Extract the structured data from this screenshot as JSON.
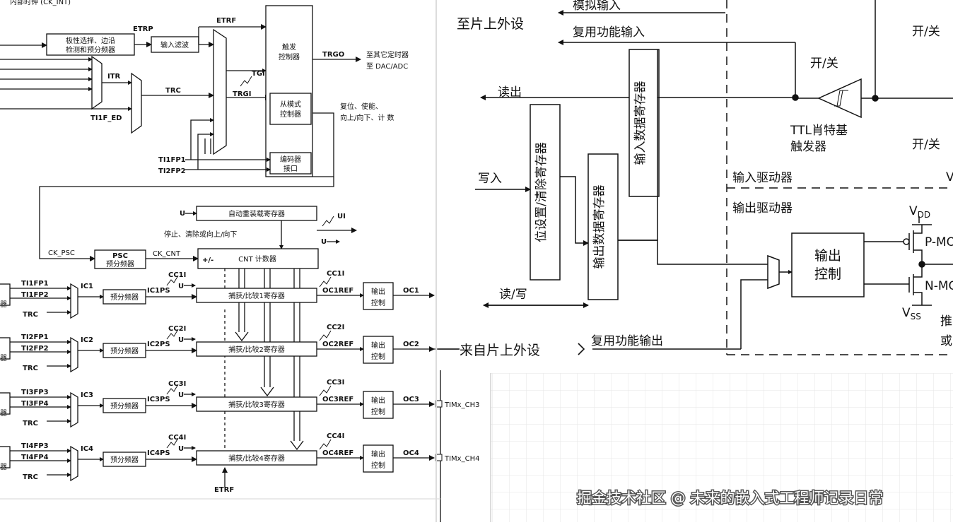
{
  "left_diagram": {
    "internal_clock": "内部时钟 (CK_INT)",
    "polarity_block": [
      "极性选择、边沿",
      "检测和预分频器"
    ],
    "etrp": "ETRP",
    "input_filter": "输入滤波",
    "etrf": "ETRF",
    "trigger_controller": [
      "触发",
      "控制器"
    ],
    "trgo": "TRGO",
    "to_other_timers": [
      "至其它定时器",
      "至 DAC/ADC"
    ],
    "itr": "ITR",
    "trc": "TRC",
    "ti1f_ed": "TI1F_ED",
    "tgi": "TGI",
    "trgi": "TRGI",
    "slave_mode_controller": [
      "从模式",
      "控制器"
    ],
    "reset_enable": [
      "复位、使能、",
      "向上/向下、计 数"
    ],
    "ti1fp1": "TI1FP1",
    "ti2fp2": "TI2FP2",
    "encoder_interface": [
      "编码器",
      "接口"
    ],
    "u": "U",
    "auto_reload": "自动重装载寄存器",
    "ui": "UI",
    "stop_clear": "停止、清除或向上/向下",
    "ck_psc": "CK_PSC",
    "psc": "PSC",
    "prescaler": "预分频器",
    "ck_cnt": "CK_CNT",
    "plus_minus": "+/-",
    "cnt_counter": "CNT 计数器",
    "channels": [
      {
        "fp_a": "TI1FP1",
        "fp_b": "TI1FP2",
        "trc": "TRC",
        "ic": "IC1",
        "prescaler": "预分频器",
        "icps": "IC1PS",
        "cci": "CC1I",
        "u": "U",
        "capture": "捕获/比较1寄存器",
        "ocref": "OC1REF",
        "ccir": "CC1I",
        "output_ctrl": [
          "输出",
          "控制"
        ],
        "oc": "OC1",
        "pin": "",
        "left_label": "器"
      },
      {
        "fp_a": "TI2FP1",
        "fp_b": "TI2FP2",
        "trc": "TRC",
        "ic": "IC2",
        "prescaler": "预分频器",
        "icps": "IC2PS",
        "cci": "CC2I",
        "u": "U",
        "capture": "捕获/比较2寄存器",
        "ocref": "OC2REF",
        "ccir": "CC2I",
        "output_ctrl": [
          "输出",
          "控制"
        ],
        "oc": "OC2",
        "pin": "",
        "left_label": "器"
      },
      {
        "fp_a": "TI3FP3",
        "fp_b": "TI3FP4",
        "trc": "TRC",
        "ic": "IC3",
        "prescaler": "预分频器",
        "icps": "IC3PS",
        "cci": "CC3I",
        "u": "U",
        "capture": "捕获/比较3寄存器",
        "ocref": "OC3REF",
        "ccir": "CC3I",
        "output_ctrl": [
          "输出",
          "控制"
        ],
        "oc": "OC3",
        "pin": "TIMx_CH3",
        "left_label": "器"
      },
      {
        "fp_a": "TI4FP3",
        "fp_b": "TI4FP4",
        "trc": "TRC",
        "ic": "IC4",
        "prescaler": "预分频器",
        "icps": "IC4PS",
        "cci": "CC4I",
        "u": "U",
        "capture": "捕获/比较4寄存器",
        "ocref": "OC4REF",
        "ccir": "CC4I",
        "output_ctrl": [
          "输出",
          "控制"
        ],
        "oc": "OC4",
        "pin": "TIMx_CH4",
        "left_label": "器"
      }
    ],
    "etrf_bottom": "ETRF"
  },
  "right_diagram": {
    "analog_input": "模拟输入",
    "to_onchip": "至片上外设",
    "alt_func_input": "复用功能输入",
    "on_off_1": "开/关",
    "on_off_2": "开/关",
    "on_off_3": "开/关",
    "read_out": "读出",
    "input_data_reg": "输入数据寄存器",
    "ttl_schmitt": [
      "TTL肖特基",
      "触发器"
    ],
    "bit_set_reset": "位设置/清除寄存器",
    "write_in": "写入",
    "output_data_reg": "输出数据寄存器",
    "input_driver": "输入驱动器",
    "output_driver": "输出驱动器",
    "vdd": "V",
    "vdd_sub": "DD",
    "p_mos": "P-MO",
    "output_control": [
      "输出",
      "控制"
    ],
    "n_mos": "N-MO",
    "vss": "V",
    "vss_sub": "SS",
    "read_write": "读/写",
    "from_onchip": "来自片上外设",
    "alt_func_output": "复用功能输出",
    "edge_char_1": "推",
    "edge_char_2": "或",
    "edge_v": "V"
  },
  "watermark": "掘金技术社区 @ 未来的嵌入式工程师记录日常"
}
